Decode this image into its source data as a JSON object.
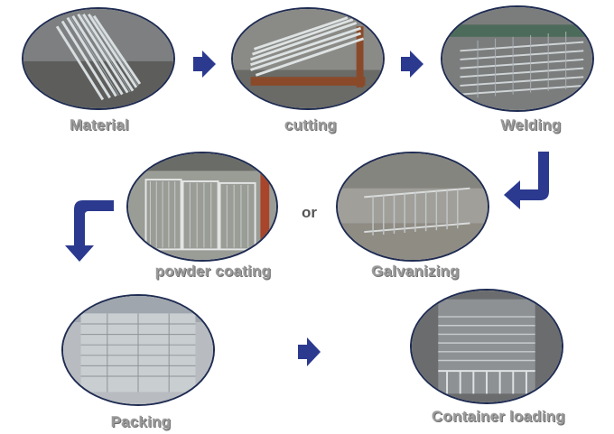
{
  "steps": [
    {
      "label": "Material"
    },
    {
      "label": "cutting"
    },
    {
      "label": "Welding"
    },
    {
      "label": "powder coating"
    },
    {
      "label": "Galvanizing"
    },
    {
      "label": "Packing"
    },
    {
      "label": "Container loading"
    }
  ],
  "connector_text": "or",
  "colors": {
    "arrow": "#2b3a8f",
    "caption": "#9a9a9a",
    "stage_border": "#1f2c52"
  }
}
